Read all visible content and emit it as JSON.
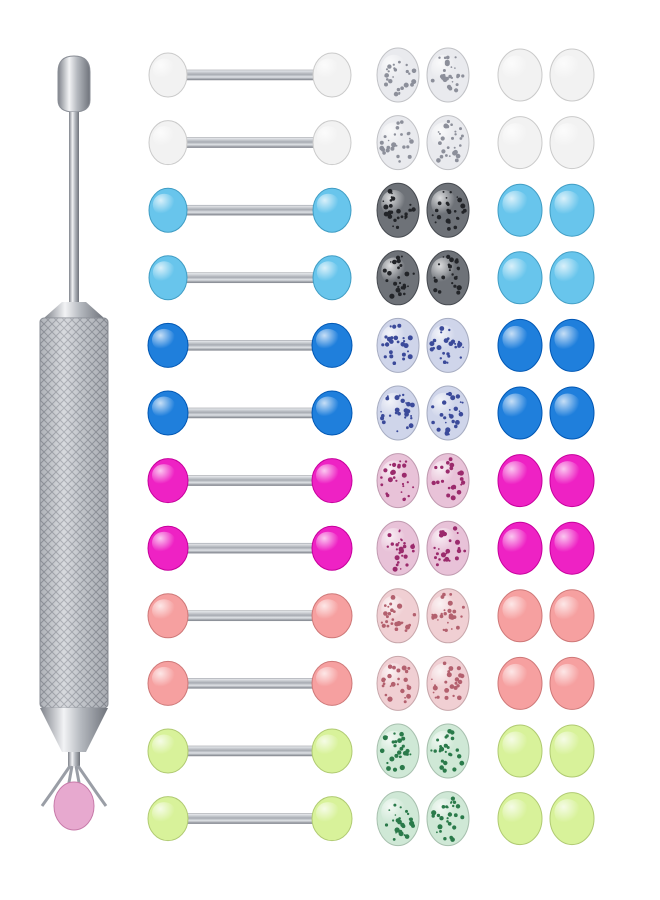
{
  "product": {
    "tool": {
      "name": "bead-holder-tool",
      "held_bead_color": "#e7a9cf"
    },
    "rows": [
      {
        "color": "opaque-white",
        "solid": "#f2f2f2",
        "glitter": "#e9eaee",
        "glitter_dots": "#8c8f9a"
      },
      {
        "color": "opaque-white",
        "solid": "#f2f2f2",
        "glitter": "#e9eaee",
        "glitter_dots": "#8c8f9a"
      },
      {
        "color": "light-blue",
        "solid": "#68c5ec",
        "glitter": "#6e7278",
        "glitter_dots": "#222428"
      },
      {
        "color": "light-blue",
        "solid": "#68c5ec",
        "glitter": "#6e7278",
        "glitter_dots": "#222428"
      },
      {
        "color": "royal-blue",
        "solid": "#1f7fdc",
        "glitter": "#cfd5ea",
        "glitter_dots": "#3b4a9a"
      },
      {
        "color": "royal-blue",
        "solid": "#1f7fdc",
        "glitter": "#cfd5ea",
        "glitter_dots": "#3b4a9a"
      },
      {
        "color": "magenta",
        "solid": "#ee22c4",
        "glitter": "#e8c2d8",
        "glitter_dots": "#9b2a6c"
      },
      {
        "color": "magenta",
        "solid": "#ee22c4",
        "glitter": "#e8c2d8",
        "glitter_dots": "#9b2a6c"
      },
      {
        "color": "pink",
        "solid": "#f6a0a0",
        "glitter": "#f0cfd3",
        "glitter_dots": "#b3606e"
      },
      {
        "color": "pink",
        "solid": "#f6a0a0",
        "glitter": "#f0cfd3",
        "glitter_dots": "#b3606e"
      },
      {
        "color": "lime-green",
        "solid": "#d8f29a",
        "glitter": "#cfe8d6",
        "glitter_dots": "#2a7a4a"
      },
      {
        "color": "lime-green",
        "solid": "#d8f29a",
        "glitter": "#cfe8d6",
        "glitter_dots": "#2a7a4a"
      }
    ],
    "steel_color": "#b9bcc2"
  }
}
